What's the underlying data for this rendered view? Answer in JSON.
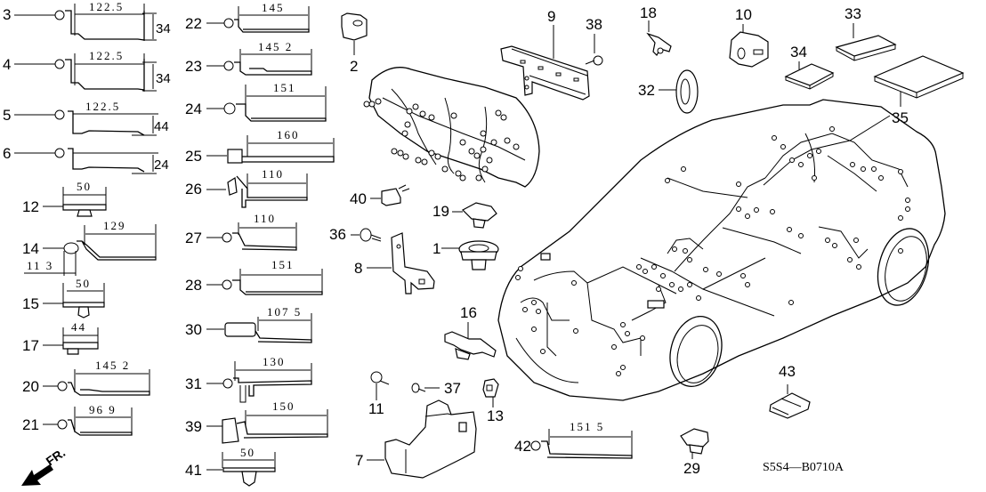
{
  "diagram": {
    "title": "Wire harness parts diagram",
    "drawing_code": "S5S4—B0710A",
    "direction_indicator": "FR.",
    "callouts": [
      "1",
      "2",
      "3",
      "4",
      "5",
      "6",
      "7",
      "8",
      "9",
      "10",
      "11",
      "12",
      "13",
      "14",
      "15",
      "16",
      "17",
      "18",
      "19",
      "20",
      "21",
      "22",
      "23",
      "24",
      "25",
      "26",
      "27",
      "28",
      "29",
      "30",
      "31",
      "32",
      "33",
      "34",
      "35",
      "36",
      "37",
      "38",
      "39",
      "40",
      "41",
      "42",
      "43"
    ],
    "band_clips": [
      {
        "id": "3",
        "length": "122.5",
        "height": "34"
      },
      {
        "id": "4",
        "length": "122.5",
        "height": "34"
      },
      {
        "id": "5",
        "length": "122.5",
        "height": "44"
      },
      {
        "id": "6",
        "length": "",
        "height": "24"
      },
      {
        "id": "12",
        "length": "50"
      },
      {
        "id": "14",
        "length": "129",
        "offset": "11 3"
      },
      {
        "id": "15",
        "length": "50"
      },
      {
        "id": "17",
        "length": "44"
      },
      {
        "id": "20",
        "length": "145 2"
      },
      {
        "id": "21",
        "length": "96 9"
      },
      {
        "id": "22",
        "length": "145"
      },
      {
        "id": "23",
        "length": "145 2"
      },
      {
        "id": "24",
        "length": "151"
      },
      {
        "id": "25",
        "length": "160"
      },
      {
        "id": "26",
        "length": "110"
      },
      {
        "id": "27",
        "length": "110"
      },
      {
        "id": "28",
        "length": "151"
      },
      {
        "id": "30",
        "length": "107 5"
      },
      {
        "id": "31",
        "length": "130"
      },
      {
        "id": "39",
        "length": "150"
      },
      {
        "id": "41",
        "length": "50"
      },
      {
        "id": "42",
        "length": "151 5"
      }
    ]
  },
  "labels": {
    "c1": "1",
    "c2": "2",
    "c3": "3",
    "c4": "4",
    "c5": "5",
    "c6": "6",
    "c7": "7",
    "c8": "8",
    "c9": "9",
    "c10": "10",
    "c11": "11",
    "c12": "12",
    "c13": "13",
    "c14": "14",
    "c15": "15",
    "c16": "16",
    "c17": "17",
    "c18": "18",
    "c19": "19",
    "c20": "20",
    "c21": "21",
    "c22": "22",
    "c23": "23",
    "c24": "24",
    "c25": "25",
    "c26": "26",
    "c27": "27",
    "c28": "28",
    "c29": "29",
    "c30": "30",
    "c31": "31",
    "c32": "32",
    "c33": "33",
    "c34": "34",
    "c35": "35",
    "c36": "36",
    "c37": "37",
    "c38": "38",
    "c39": "39",
    "c40": "40",
    "c41": "41",
    "c42": "42",
    "c43": "43",
    "d3": "122.5",
    "h3": "34",
    "d4": "122.5",
    "h4": "34",
    "d5": "122.5",
    "h5": "44",
    "h6": "24",
    "d12": "50",
    "d14": "129",
    "o14": "11 3",
    "d15": "50",
    "d17": "44",
    "d20": "145 2",
    "d21": "96 9",
    "d22": "145",
    "d23": "145 2",
    "d24": "151",
    "d25": "160",
    "d26": "110",
    "d27": "110",
    "d28": "151",
    "d30": "107 5",
    "d31": "130",
    "d39": "150",
    "d41": "50",
    "d42": "151 5",
    "code": "S5S4—B0710A",
    "fr": "FR."
  }
}
